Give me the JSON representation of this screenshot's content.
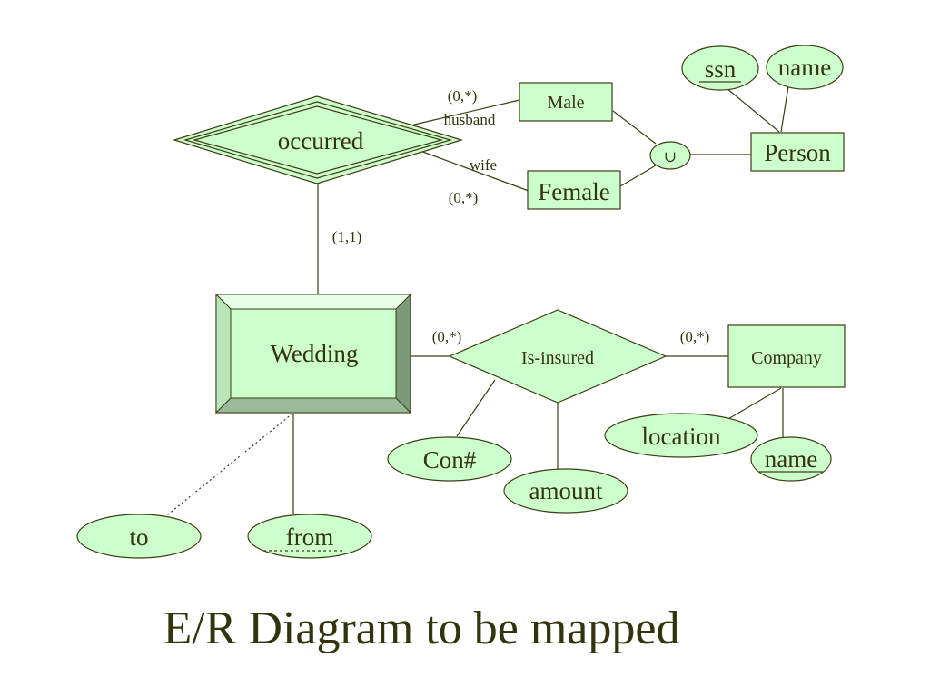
{
  "title": "E/R Diagram to be mapped",
  "entities": {
    "male": "Male",
    "female": "Female",
    "person": "Person",
    "wedding": "Wedding",
    "company": "Company"
  },
  "relationships": {
    "occurred": "occurred",
    "is_insured": "Is-insured",
    "union_symbol": "∪"
  },
  "attributes": {
    "ssn": "ssn",
    "person_name": "name",
    "con_num": "Con#",
    "amount": "amount",
    "location": "location",
    "company_name": "name",
    "to": "to",
    "from": "from"
  },
  "roles": {
    "husband": "husband",
    "wife": "wife"
  },
  "cardinalities": {
    "husband": "(0,*)",
    "wife": "(0,*)",
    "occurred_wedding": "(1,1)",
    "wedding_insured": "(0,*)",
    "insured_company": "(0,*)"
  },
  "colors": {
    "fill": "#ccffcc",
    "weak_entity_dark": "#7a9a7a",
    "stroke": "#3d3d14",
    "text": "#33330d"
  }
}
